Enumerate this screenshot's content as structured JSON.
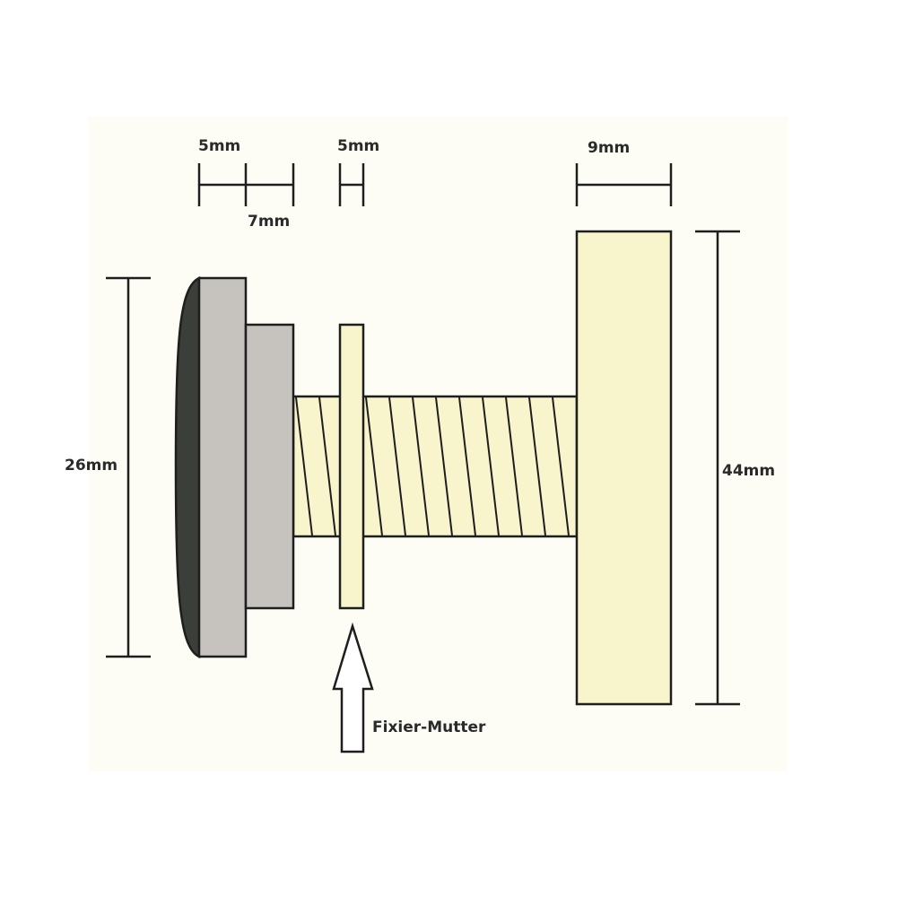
{
  "labels": {
    "cap_width": "5mm",
    "step_width": "7mm",
    "nut_width": "5mm",
    "plate_width": "9mm",
    "cap_height": "26mm",
    "plate_height": "44mm",
    "nut_callout": "Fixier-Mutter"
  },
  "colors": {
    "background": "#fdfdf6",
    "cap_dark": "#3b3e39",
    "cap_gray": "#c6c2bd",
    "brass": "#f8f4cc",
    "line": "#1e1e1e"
  }
}
